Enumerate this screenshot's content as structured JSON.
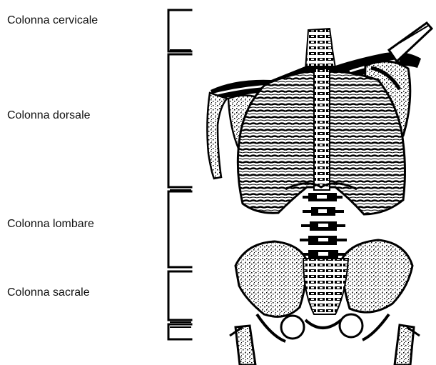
{
  "regions": [
    {
      "label": "Colonna cervicale"
    },
    {
      "label": "Colonna dorsale"
    },
    {
      "label": "Colonna lombare"
    },
    {
      "label": "Colonna sacrale"
    }
  ],
  "colors": {
    "ink": "#000000",
    "background": "#ffffff"
  },
  "icons": {
    "illustration": "skeleton-torso-spine-pelvis"
  }
}
